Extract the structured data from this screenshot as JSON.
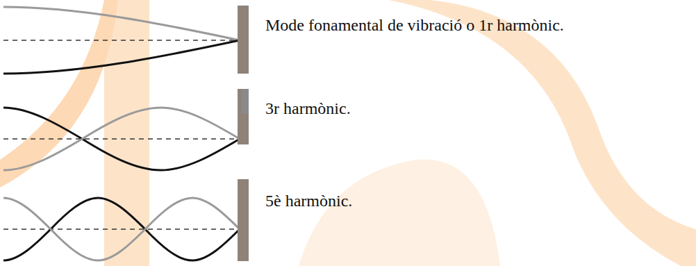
{
  "diagram": {
    "labels": [
      "Mode fonamental de vibració o 1r harmònic.",
      "3r harmònic.",
      "5è harmònic."
    ]
  }
}
